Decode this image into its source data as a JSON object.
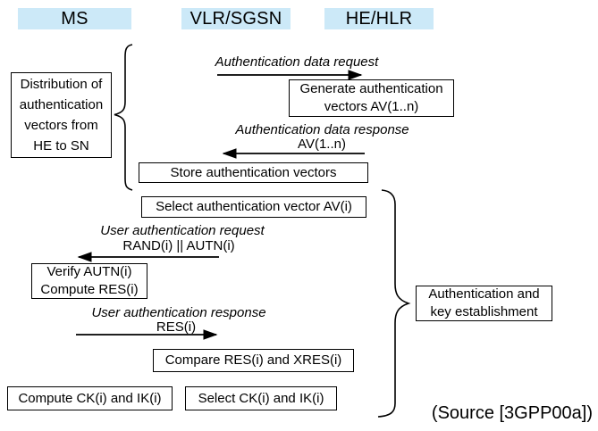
{
  "colors": {
    "header_bg": "#cce9f8",
    "line": "#000000",
    "text": "#000000",
    "background": "#ffffff"
  },
  "headers": [
    {
      "label": "MS"
    },
    {
      "label": "VLR/SGSN"
    },
    {
      "label": "HE/HLR"
    }
  ],
  "messages": {
    "auth_data_request": {
      "label": "Authentication data request"
    },
    "auth_data_response": {
      "label": "Authentication data response",
      "param": "AV(1..n)"
    },
    "user_auth_request": {
      "label": "User authentication request",
      "param": "RAND(i) || AUTN(i)"
    },
    "user_auth_response": {
      "label": "User authentication response",
      "param": "RES(i)"
    }
  },
  "boxes": {
    "distribution": {
      "lines": [
        "Distribution of",
        "authentication",
        "vectors from",
        "HE to SN"
      ]
    },
    "generate": {
      "lines": [
        "Generate authentication",
        "vectors AV(1..n)"
      ]
    },
    "store": {
      "label": "Store authentication vectors"
    },
    "select_av": {
      "label": "Select authentication vector AV(i)"
    },
    "verify": {
      "lines": [
        "Verify AUTN(i)",
        "Compute RES(i)"
      ]
    },
    "compare": {
      "label": "Compare RES(i) and XRES(i)"
    },
    "compute_ck": {
      "label": "Compute CK(i) and IK(i)"
    },
    "select_ck": {
      "label": "Select CK(i) and IK(i)"
    },
    "auth_key": {
      "lines": [
        "Authentication and",
        "key establishment"
      ]
    }
  },
  "source_note": "(Source [3GPP00a])"
}
